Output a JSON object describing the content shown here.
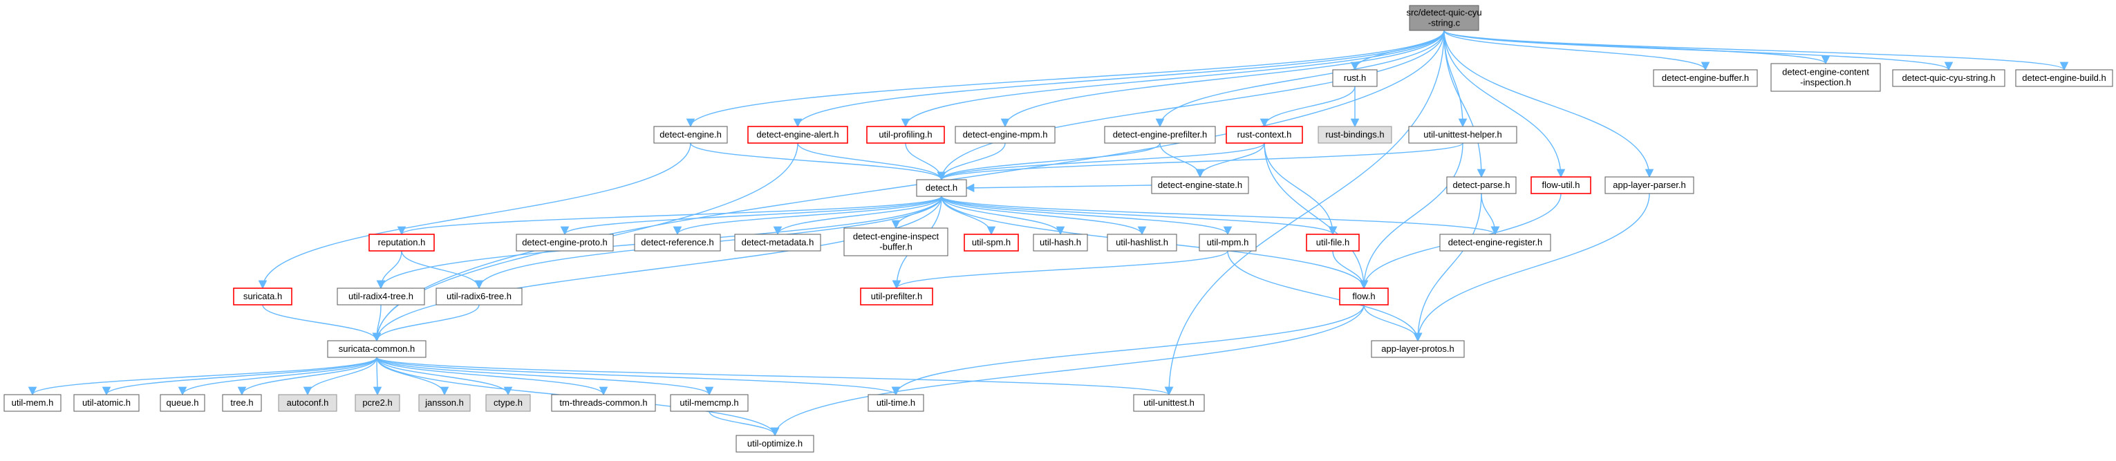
{
  "colors": {
    "edge": "#63b8ff",
    "node_default_fill": "#ffffff",
    "node_default_stroke": "#666666",
    "node_red_stroke": "#ff0000",
    "node_gray_fill": "#e0e0e0",
    "node_gray_stroke": "#999999",
    "node_root_fill": "#999999",
    "node_root_stroke": "#666666"
  },
  "nodes": [
    {
      "id": "root",
      "lines": [
        "src/detect-quic-cyu",
        "-string.c"
      ],
      "style": "root"
    },
    {
      "id": "detect-engine",
      "lines": [
        "detect-engine.h"
      ],
      "style": "default"
    },
    {
      "id": "detect-engine-alert",
      "lines": [
        "detect-engine-alert.h"
      ],
      "style": "red"
    },
    {
      "id": "util-profiling",
      "lines": [
        "util-profiling.h"
      ],
      "style": "red"
    },
    {
      "id": "detect-engine-mpm",
      "lines": [
        "detect-engine-mpm.h"
      ],
      "style": "default"
    },
    {
      "id": "detect-engine-prefilter",
      "lines": [
        "detect-engine-prefilter.h"
      ],
      "style": "default"
    },
    {
      "id": "rust",
      "lines": [
        "rust.h"
      ],
      "style": "default"
    },
    {
      "id": "rust-bindings",
      "lines": [
        "rust-bindings.h"
      ],
      "style": "gray"
    },
    {
      "id": "rust-context",
      "lines": [
        "rust-context.h"
      ],
      "style": "red"
    },
    {
      "id": "util-unittest-helper",
      "lines": [
        "util-unittest-helper.h"
      ],
      "style": "default"
    },
    {
      "id": "detect-engine-buffer",
      "lines": [
        "detect-engine-buffer.h"
      ],
      "style": "default"
    },
    {
      "id": "detect-engine-content-inspection",
      "lines": [
        "detect-engine-content",
        "-inspection.h"
      ],
      "style": "default"
    },
    {
      "id": "detect-quic-cyu-string",
      "lines": [
        "detect-quic-cyu-string.h"
      ],
      "style": "default"
    },
    {
      "id": "detect-engine-build",
      "lines": [
        "detect-engine-build.h"
      ],
      "style": "default"
    },
    {
      "id": "detect",
      "lines": [
        "detect.h"
      ],
      "style": "default"
    },
    {
      "id": "detect-engine-state",
      "lines": [
        "detect-engine-state.h"
      ],
      "style": "default"
    },
    {
      "id": "detect-parse",
      "lines": [
        "detect-parse.h"
      ],
      "style": "default"
    },
    {
      "id": "flow-util",
      "lines": [
        "flow-util.h"
      ],
      "style": "red"
    },
    {
      "id": "app-layer-parser",
      "lines": [
        "app-layer-parser.h"
      ],
      "style": "default"
    },
    {
      "id": "reputation",
      "lines": [
        "reputation.h"
      ],
      "style": "red"
    },
    {
      "id": "detect-engine-proto",
      "lines": [
        "detect-engine-proto.h"
      ],
      "style": "default"
    },
    {
      "id": "detect-reference",
      "lines": [
        "detect-reference.h"
      ],
      "style": "default"
    },
    {
      "id": "detect-metadata",
      "lines": [
        "detect-metadata.h"
      ],
      "style": "default"
    },
    {
      "id": "detect-engine-inspect-buffer",
      "lines": [
        "detect-engine-inspect",
        "-buffer.h"
      ],
      "style": "default"
    },
    {
      "id": "util-spm",
      "lines": [
        "util-spm.h"
      ],
      "style": "red"
    },
    {
      "id": "util-hash",
      "lines": [
        "util-hash.h"
      ],
      "style": "default"
    },
    {
      "id": "util-hashlist",
      "lines": [
        "util-hashlist.h"
      ],
      "style": "default"
    },
    {
      "id": "util-mpm",
      "lines": [
        "util-mpm.h"
      ],
      "style": "default"
    },
    {
      "id": "util-file",
      "lines": [
        "util-file.h"
      ],
      "style": "red"
    },
    {
      "id": "detect-engine-register",
      "lines": [
        "detect-engine-register.h"
      ],
      "style": "default"
    },
    {
      "id": "suricata",
      "lines": [
        "suricata.h"
      ],
      "style": "red"
    },
    {
      "id": "util-radix4-tree",
      "lines": [
        "util-radix4-tree.h"
      ],
      "style": "default"
    },
    {
      "id": "util-radix6-tree",
      "lines": [
        "util-radix6-tree.h"
      ],
      "style": "default"
    },
    {
      "id": "util-prefilter",
      "lines": [
        "util-prefilter.h"
      ],
      "style": "red"
    },
    {
      "id": "flow",
      "lines": [
        "flow.h"
      ],
      "style": "red"
    },
    {
      "id": "suricata-common",
      "lines": [
        "suricata-common.h"
      ],
      "style": "default"
    },
    {
      "id": "app-layer-protos",
      "lines": [
        "app-layer-protos.h"
      ],
      "style": "default"
    },
    {
      "id": "util-mem",
      "lines": [
        "util-mem.h"
      ],
      "style": "default"
    },
    {
      "id": "util-atomic",
      "lines": [
        "util-atomic.h"
      ],
      "style": "default"
    },
    {
      "id": "queue",
      "lines": [
        "queue.h"
      ],
      "style": "default"
    },
    {
      "id": "tree",
      "lines": [
        "tree.h"
      ],
      "style": "default"
    },
    {
      "id": "autoconf",
      "lines": [
        "autoconf.h"
      ],
      "style": "gray"
    },
    {
      "id": "pcre2",
      "lines": [
        "pcre2.h"
      ],
      "style": "gray"
    },
    {
      "id": "jansson",
      "lines": [
        "jansson.h"
      ],
      "style": "gray"
    },
    {
      "id": "ctype",
      "lines": [
        "ctype.h"
      ],
      "style": "gray"
    },
    {
      "id": "tm-threads-common",
      "lines": [
        "tm-threads-common.h"
      ],
      "style": "default"
    },
    {
      "id": "util-memcmp",
      "lines": [
        "util-memcmp.h"
      ],
      "style": "default"
    },
    {
      "id": "util-time",
      "lines": [
        "util-time.h"
      ],
      "style": "default"
    },
    {
      "id": "util-unittest",
      "lines": [
        "util-unittest.h"
      ],
      "style": "default"
    },
    {
      "id": "util-optimize",
      "lines": [
        "util-optimize.h"
      ],
      "style": "default"
    }
  ],
  "edges": [
    [
      "root",
      "detect-engine"
    ],
    [
      "root",
      "detect-engine-alert"
    ],
    [
      "root",
      "util-profiling"
    ],
    [
      "root",
      "detect-engine-mpm"
    ],
    [
      "root",
      "detect-engine-prefilter"
    ],
    [
      "root",
      "rust"
    ],
    [
      "root",
      "util-unittest-helper"
    ],
    [
      "root",
      "detect-engine-buffer"
    ],
    [
      "root",
      "detect-engine-content-inspection"
    ],
    [
      "root",
      "detect-quic-cyu-string"
    ],
    [
      "root",
      "detect-engine-build"
    ],
    [
      "root",
      "detect"
    ],
    [
      "root",
      "detect-parse"
    ],
    [
      "root",
      "flow-util"
    ],
    [
      "root",
      "app-layer-parser"
    ],
    [
      "root",
      "suricata-common"
    ],
    [
      "root",
      "util-unittest"
    ],
    [
      "rust",
      "rust-bindings"
    ],
    [
      "rust",
      "rust-context"
    ],
    [
      "detect-engine",
      "detect"
    ],
    [
      "detect-engine",
      "suricata"
    ],
    [
      "detect-engine-alert",
      "detect"
    ],
    [
      "detect-engine-alert",
      "suricata-common"
    ],
    [
      "util-profiling",
      "detect"
    ],
    [
      "detect-engine-mpm",
      "detect"
    ],
    [
      "detect-engine-prefilter",
      "detect"
    ],
    [
      "detect-engine-prefilter",
      "detect-engine-state"
    ],
    [
      "rust-context",
      "detect"
    ],
    [
      "rust-context",
      "detect-engine-state"
    ],
    [
      "rust-context",
      "util-file"
    ],
    [
      "rust-context",
      "flow"
    ],
    [
      "util-unittest-helper",
      "detect"
    ],
    [
      "util-unittest-helper",
      "flow"
    ],
    [
      "detect-parse",
      "detect-engine-register"
    ],
    [
      "detect-parse",
      "app-layer-protos"
    ],
    [
      "flow-util",
      "flow"
    ],
    [
      "app-layer-parser",
      "app-layer-protos"
    ],
    [
      "detect",
      "reputation"
    ],
    [
      "detect",
      "detect-engine-proto"
    ],
    [
      "detect",
      "detect-reference"
    ],
    [
      "detect",
      "detect-metadata"
    ],
    [
      "detect",
      "detect-engine-inspect-buffer"
    ],
    [
      "detect",
      "util-spm"
    ],
    [
      "detect",
      "util-hash"
    ],
    [
      "detect",
      "util-hashlist"
    ],
    [
      "detect",
      "util-mpm"
    ],
    [
      "detect",
      "util-file"
    ],
    [
      "detect",
      "detect-engine-register"
    ],
    [
      "detect",
      "util-radix4-tree"
    ],
    [
      "detect",
      "util-radix6-tree"
    ],
    [
      "detect",
      "util-prefilter"
    ],
    [
      "detect",
      "flow"
    ],
    [
      "detect",
      "suricata-common"
    ],
    [
      "detect-engine-state",
      "detect"
    ],
    [
      "reputation",
      "util-radix4-tree"
    ],
    [
      "reputation",
      "util-radix6-tree"
    ],
    [
      "suricata",
      "suricata-common"
    ],
    [
      "util-radix4-tree",
      "suricata-common"
    ],
    [
      "util-radix6-tree",
      "suricata-common"
    ],
    [
      "util-mpm",
      "util-prefilter"
    ],
    [
      "util-mpm",
      "app-layer-protos"
    ],
    [
      "util-file",
      "flow"
    ],
    [
      "flow",
      "app-layer-protos"
    ],
    [
      "flow",
      "util-time"
    ],
    [
      "flow",
      "util-optimize"
    ],
    [
      "suricata-common",
      "util-mem"
    ],
    [
      "suricata-common",
      "util-atomic"
    ],
    [
      "suricata-common",
      "queue"
    ],
    [
      "suricata-common",
      "tree"
    ],
    [
      "suricata-common",
      "autoconf"
    ],
    [
      "suricata-common",
      "pcre2"
    ],
    [
      "suricata-common",
      "jansson"
    ],
    [
      "suricata-common",
      "ctype"
    ],
    [
      "suricata-common",
      "tm-threads-common"
    ],
    [
      "suricata-common",
      "util-memcmp"
    ],
    [
      "suricata-common",
      "util-time"
    ],
    [
      "suricata-common",
      "util-unittest"
    ],
    [
      "suricata-common",
      "util-optimize"
    ],
    [
      "util-memcmp",
      "util-optimize"
    ]
  ]
}
